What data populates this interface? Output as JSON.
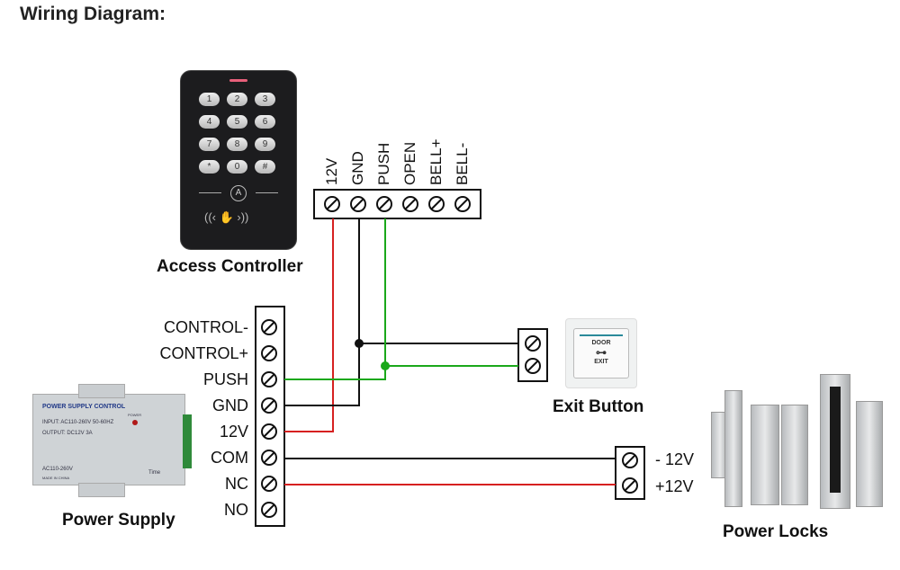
{
  "title": "Wiring Diagram:",
  "components": {
    "access_controller": {
      "label": "Access Controller",
      "keys": [
        "1",
        "2",
        "3",
        "4",
        "5",
        "6",
        "7",
        "8",
        "9",
        "*",
        "0",
        "#"
      ],
      "terminals": [
        "12V",
        "GND",
        "PUSH",
        "OPEN",
        "BELL+",
        "BELL-"
      ]
    },
    "power_supply": {
      "label": "Power Supply",
      "device_text": {
        "brand": "POWER SUPPLY CONTROL",
        "input": "INPUT: AC110-260V 50-60HZ",
        "output": "OUTPUT: DC12V 3A",
        "voltage": "AC110-260V",
        "made": "MADE IN CHINA",
        "power": "POWER",
        "time": "Time"
      },
      "terminals": [
        "CONTROL-",
        "CONTROL+",
        "PUSH",
        "GND",
        "12V",
        "COM",
        "NC",
        "NO"
      ]
    },
    "exit_button": {
      "label": "Exit Button",
      "face_top": "DOOR",
      "face_bottom": "EXIT"
    },
    "power_locks": {
      "label": "Power Locks",
      "terminals": [
        "- 12V",
        "+12V"
      ]
    }
  },
  "wire_colors": {
    "red": "#d62020",
    "black": "#111111",
    "green": "#1aa81a"
  }
}
